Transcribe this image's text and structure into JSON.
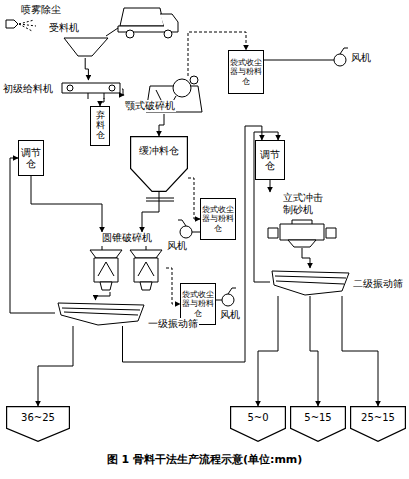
{
  "diagram": {
    "caption": "图 1 骨料干法生产流程示意(单位:mm)",
    "nodes": [
      {
        "text": [
          "受料机"
        ]
      },
      {
        "text": [
          "初级给料机"
        ]
      },
      {
        "text": [
          "弃料仓"
        ]
      },
      {
        "text": [
          "颚式破碎机"
        ]
      },
      {
        "text": [
          "缓冲料仓"
        ]
      },
      {
        "text": [
          "袋式收尘器与粉料仓"
        ]
      },
      {
        "text": [
          "调节仓"
        ]
      },
      {
        "text": [
          "圆锥破碎机"
        ]
      },
      {
        "text": [
          "袋式收尘器与粉料仓"
        ]
      },
      {
        "text": [
          "一级振动筛"
        ]
      },
      {
        "text": [
          "调节仓"
        ]
      },
      {
        "text": [
          "立式冲击制砂机"
        ]
      },
      {
        "text": [
          "袋式收尘器与粉料仓"
        ]
      },
      {
        "text": [
          "二级振动筛"
        ]
      },
      {
        "text": [
          "36~25"
        ]
      },
      {
        "text": [
          "5~0"
        ]
      },
      {
        "text": [
          "5~15"
        ]
      },
      {
        "text": [
          "25~15"
        ]
      }
    ],
    "edges": [
      {
        "from": 0,
        "to": 1,
        "arrow": "to"
      },
      {
        "from": 1,
        "to": 2,
        "arrow": "to"
      },
      {
        "from": 1,
        "to": 3,
        "arrow": "to"
      },
      {
        "from": 3,
        "to": 4,
        "arrow": "to"
      },
      {
        "from": 3,
        "to": 5,
        "arrow": "to"
      },
      {
        "from": 4,
        "to": 7,
        "arrow": "to"
      },
      {
        "from": 4,
        "to": 12,
        "arrow": "to"
      },
      {
        "from": 6,
        "to": 7,
        "arrow": "to"
      },
      {
        "from": 7,
        "to": 9,
        "arrow": "to"
      },
      {
        "from": 7,
        "to": 8,
        "arrow": "to"
      },
      {
        "from": 9,
        "to": 14,
        "arrow": "to"
      },
      {
        "from": 9,
        "to": 6,
        "arrow": "to"
      },
      {
        "from": 9,
        "to": 10,
        "arrow": "to"
      },
      {
        "from": 10,
        "to": 11,
        "arrow": "to"
      },
      {
        "from": 11,
        "to": 13,
        "arrow": "to"
      },
      {
        "from": 13,
        "to": 15,
        "arrow": "to"
      },
      {
        "from": 13,
        "to": 16,
        "arrow": "to"
      },
      {
        "from": 13,
        "to": 17,
        "arrow": "to"
      },
      {
        "from": 13,
        "to": 10,
        "arrow": "to"
      }
    ],
    "labels": [
      "喷雾除尘",
      "风机",
      "风机",
      "风机"
    ]
  }
}
